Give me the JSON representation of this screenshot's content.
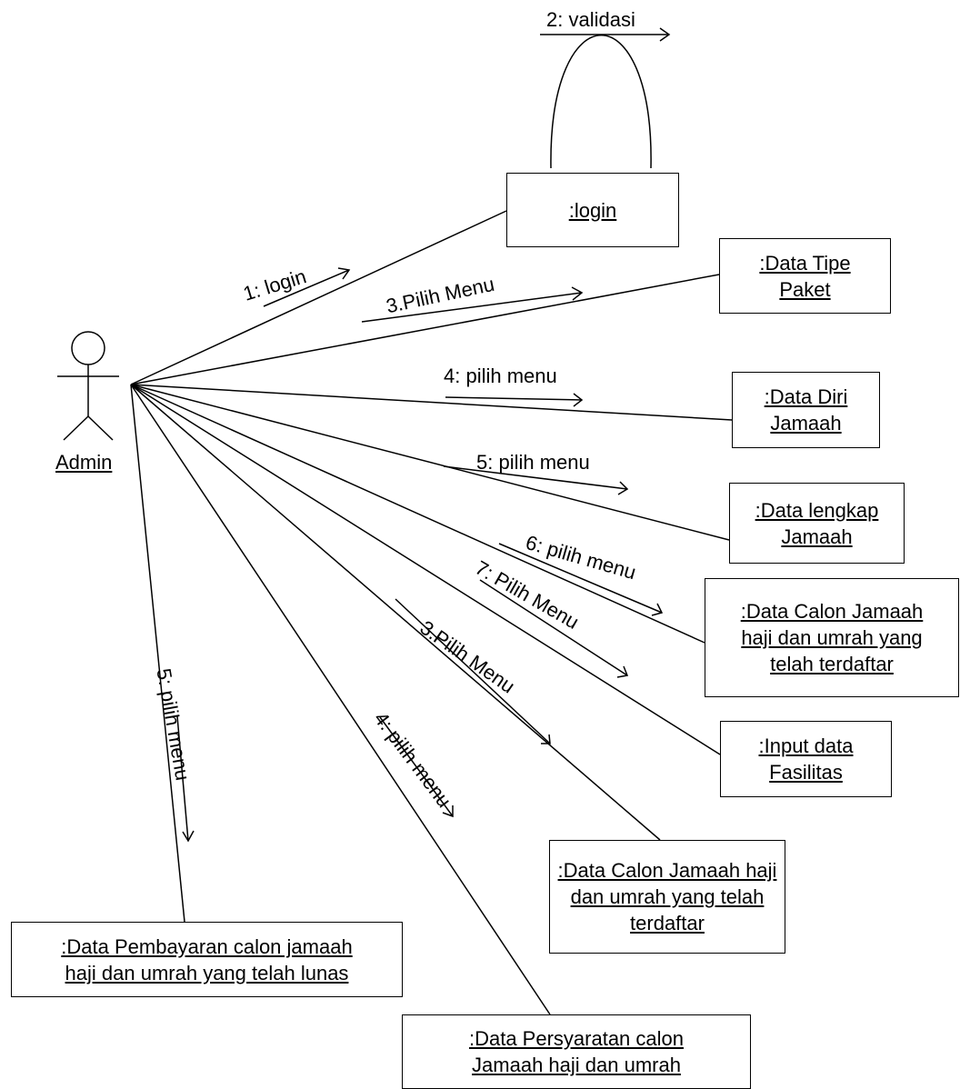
{
  "actor": {
    "name": "Admin"
  },
  "objects": {
    "login": ":login",
    "tipe_paket": [
      ":Data Tipe",
      "Paket"
    ],
    "diri_jamaah": [
      ":Data Diri",
      "Jamaah"
    ],
    "lengkap_jamaah": [
      ":Data lengkap",
      "Jamaah"
    ],
    "calon_terdaftar_1": [
      ":Data Calon Jamaah",
      "haji dan umrah yang",
      "telah terdaftar"
    ],
    "fasilitas": [
      ":Input data",
      "Fasilitas"
    ],
    "calon_terdaftar_2": [
      ":Data Calon Jamaah haji",
      "dan umrah yang telah",
      "terdaftar"
    ],
    "pembayaran": [
      ":Data Pembayaran calon jamaah",
      "haji dan umrah yang telah lunas"
    ],
    "persyaratan": [
      ":Data Persyaratan calon",
      "Jamaah haji dan umrah"
    ]
  },
  "messages": {
    "m_validasi": "2: validasi",
    "m_login": "1: login",
    "m_tipe": "3.Pilih Menu",
    "m_diri": "4: pilih menu",
    "m_lengkap": "5: pilih menu",
    "m_calon1": "6: pilih menu",
    "m_fasilitas": "7: Pilih Menu",
    "m_calon2": "3.Pilih Menu",
    "m_persyaratan": "4: pilih menu",
    "m_pembayaran": "5: pilih menu"
  }
}
